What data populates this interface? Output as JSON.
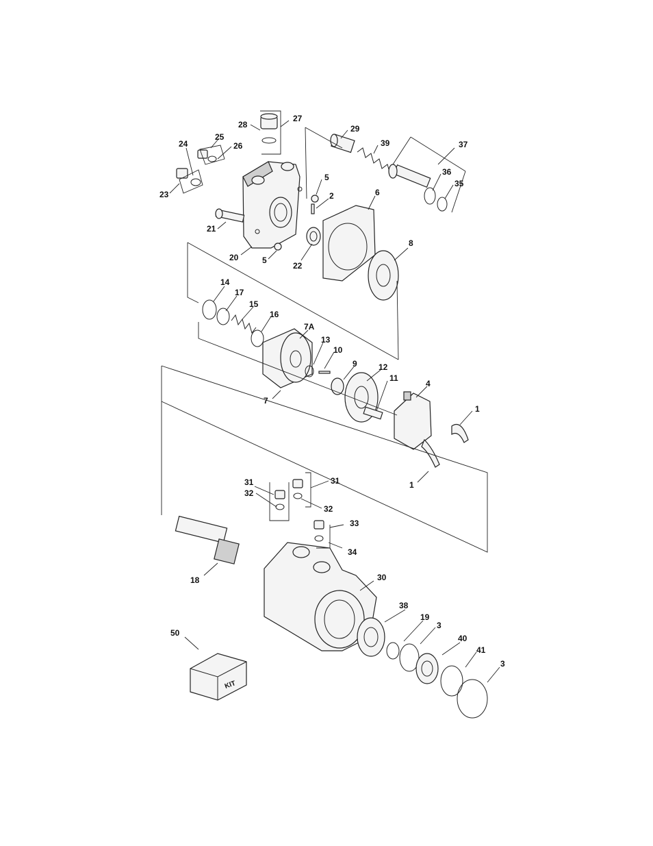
{
  "diagram": {
    "type": "exploded-parts-view",
    "callouts": [
      {
        "id": "c27",
        "label": "27"
      },
      {
        "id": "c28",
        "label": "28"
      },
      {
        "id": "c25",
        "label": "25"
      },
      {
        "id": "c26",
        "label": "26"
      },
      {
        "id": "c24",
        "label": "24"
      },
      {
        "id": "c23",
        "label": "23"
      },
      {
        "id": "c29",
        "label": "29"
      },
      {
        "id": "c39",
        "label": "39"
      },
      {
        "id": "c37",
        "label": "37"
      },
      {
        "id": "c36",
        "label": "36"
      },
      {
        "id": "c35",
        "label": "35"
      },
      {
        "id": "c5a",
        "label": "5"
      },
      {
        "id": "c2",
        "label": "2"
      },
      {
        "id": "c6",
        "label": "6"
      },
      {
        "id": "c21",
        "label": "21"
      },
      {
        "id": "c20",
        "label": "20"
      },
      {
        "id": "c5b",
        "label": "5"
      },
      {
        "id": "c22",
        "label": "22"
      },
      {
        "id": "c8",
        "label": "8"
      },
      {
        "id": "c14",
        "label": "14"
      },
      {
        "id": "c17",
        "label": "17"
      },
      {
        "id": "c15",
        "label": "15"
      },
      {
        "id": "c16",
        "label": "16"
      },
      {
        "id": "c7A",
        "label": "7A"
      },
      {
        "id": "c13",
        "label": "13"
      },
      {
        "id": "c10",
        "label": "10"
      },
      {
        "id": "c9",
        "label": "9"
      },
      {
        "id": "c12",
        "label": "12"
      },
      {
        "id": "c11",
        "label": "11"
      },
      {
        "id": "c4",
        "label": "4"
      },
      {
        "id": "c7",
        "label": "7"
      },
      {
        "id": "c1a",
        "label": "1"
      },
      {
        "id": "c1b",
        "label": "1"
      },
      {
        "id": "c31a",
        "label": "31"
      },
      {
        "id": "c32a",
        "label": "32"
      },
      {
        "id": "c31b",
        "label": "31"
      },
      {
        "id": "c32b",
        "label": "32"
      },
      {
        "id": "c33",
        "label": "33"
      },
      {
        "id": "c34",
        "label": "34"
      },
      {
        "id": "c18",
        "label": "18"
      },
      {
        "id": "c30",
        "label": "30"
      },
      {
        "id": "c38",
        "label": "38"
      },
      {
        "id": "c19",
        "label": "19"
      },
      {
        "id": "c3a",
        "label": "3"
      },
      {
        "id": "c40",
        "label": "40"
      },
      {
        "id": "c41",
        "label": "41"
      },
      {
        "id": "c3b",
        "label": "3"
      },
      {
        "id": "c50",
        "label": "50"
      }
    ],
    "kit_box_label": "KIT"
  }
}
